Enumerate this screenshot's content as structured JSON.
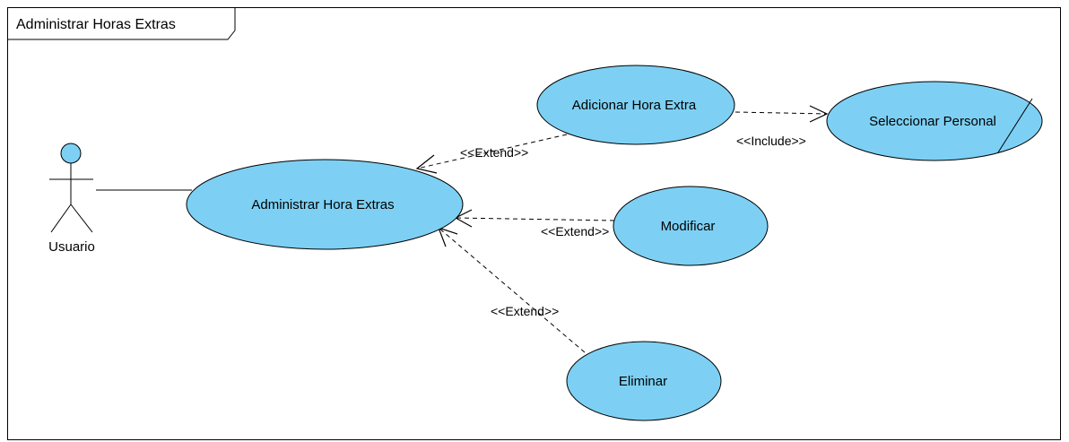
{
  "frame": {
    "title": "Administrar Horas Extras"
  },
  "actor": {
    "name": "Usuario"
  },
  "use_cases": {
    "main": "Administrar Hora Extras",
    "add": "Adicionar Hora Extra",
    "select_staff": "Seleccionar Personal",
    "modify": "Modificar",
    "delete": "Eliminar"
  },
  "relations": {
    "extend_add": "<<Extend>>",
    "extend_modify": "<<Extend>>",
    "extend_delete": "<<Extend>>",
    "include_select": "<<Include>>"
  },
  "colors": {
    "use_case_fill": "#7dd0f3",
    "stroke": "#000000",
    "background": "#ffffff"
  }
}
